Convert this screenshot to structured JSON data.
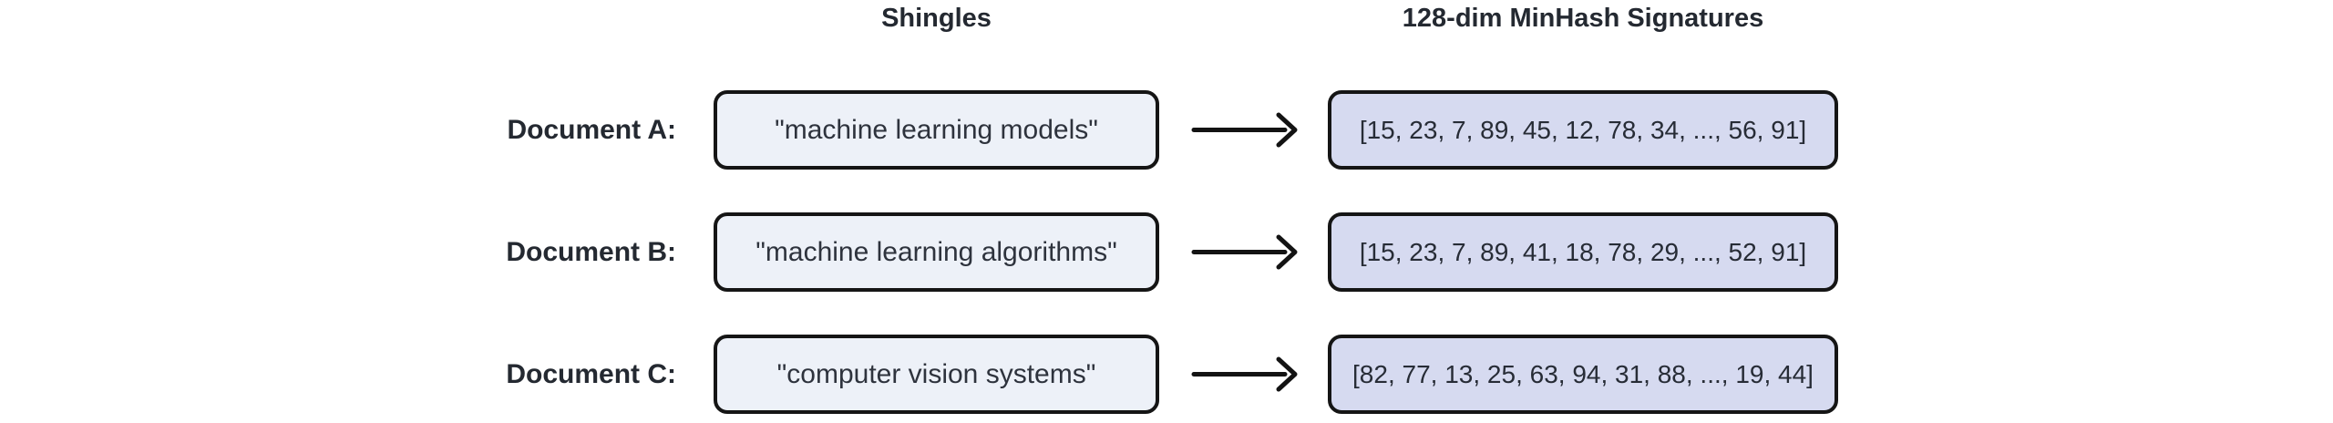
{
  "headers": {
    "shingles": "Shingles",
    "signatures": "128-dim MinHash Signatures"
  },
  "rows": [
    {
      "label": "Document A:",
      "shingle": "\"machine learning models\"",
      "signature": "[15, 23, 7, 89, 45, 12, 78, 34, ..., 56, 91]"
    },
    {
      "label": "Document B:",
      "shingle": "\"machine learning algorithms\"",
      "signature": "[15, 23, 7, 89, 41, 18, 78, 29, ..., 52, 91]"
    },
    {
      "label": "Document C:",
      "shingle": "\"computer vision systems\"",
      "signature": "[82, 77, 13, 25, 63, 94, 31, 88, ..., 19, 44]"
    }
  ],
  "icons": {
    "arrow_right": "arrow-right"
  },
  "colors": {
    "background": "#ffffff",
    "shingle_box_fill": "#edf1f8",
    "signature_box_fill": "#d6daf0",
    "box_border": "#151515",
    "heading_text": "#242931",
    "shingle_text": "#2e333d",
    "signature_text": "#272c36",
    "arrow": "#131313"
  }
}
